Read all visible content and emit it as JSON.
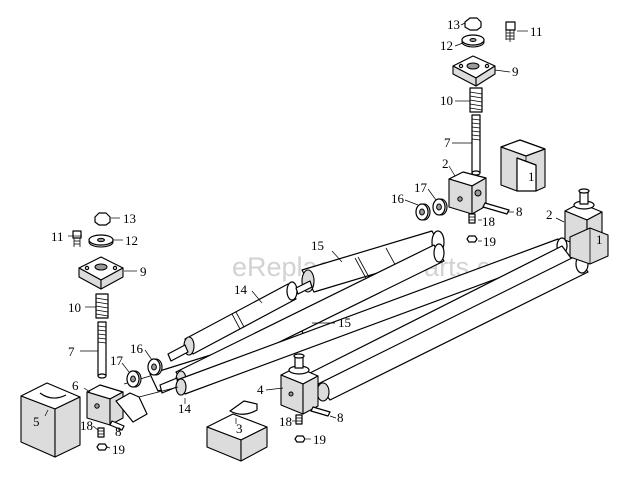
{
  "watermark": "eReplacementParts.com",
  "labels": {
    "l13a": "13",
    "l12a": "12",
    "l11a": "11",
    "l9a": "9",
    "l10a": "10",
    "l7a": "7",
    "l2a": "2",
    "l1a": "1",
    "l17a": "17",
    "l16a": "16",
    "l18a": "18",
    "l8a": "8",
    "l19a": "19",
    "l13b": "13",
    "l11b": "11",
    "l12b": "12",
    "l9b": "9",
    "l10b": "10",
    "l7b": "7",
    "l15a": "15",
    "l14a": "14",
    "l15b": "15",
    "l16b": "16",
    "l17b": "17",
    "l6": "6",
    "l5": "5",
    "l18b": "18",
    "l8b": "8",
    "l19b": "19",
    "l14b": "14",
    "l3": "3",
    "l4": "4",
    "l18c": "18",
    "l8c": "8",
    "l19c": "19",
    "l2b": "2",
    "l1b": "1"
  }
}
